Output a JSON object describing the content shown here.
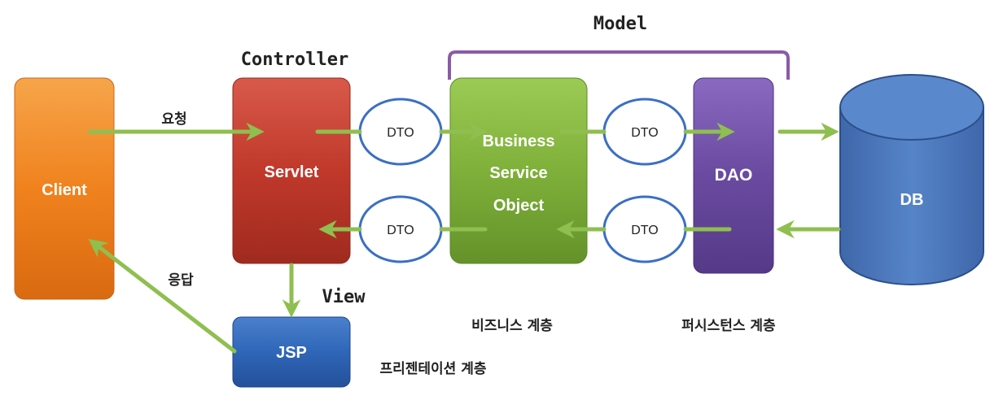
{
  "labels": {
    "model": "Model",
    "controller": "Controller",
    "view": "View",
    "request": "요청",
    "response": "응답",
    "business_layer": "비즈니스 계층",
    "persistence_layer": "퍼시스턴스 계층",
    "presentation_layer": "프리젠테이션 계층"
  },
  "boxes": {
    "client": "Client",
    "servlet": "Servlet",
    "business_line1": "Business",
    "business_line2": "Service",
    "business_line3": "Object",
    "dao": "DAO",
    "db": "DB",
    "jsp": "JSP"
  },
  "dto": {
    "top_left": "DTO",
    "top_right": "DTO",
    "bottom_left": "DTO",
    "bottom_right": "DTO"
  },
  "colors": {
    "client": "#f0821e",
    "servlet": "#c0392b",
    "business": "#7fb03a",
    "dao": "#6a4aa0",
    "db": "#4a74b8",
    "jsp": "#2f66b8",
    "arrow": "#8fbf4f",
    "bracket": "#8a5aa8",
    "dto_border": "#3b6fc4"
  }
}
